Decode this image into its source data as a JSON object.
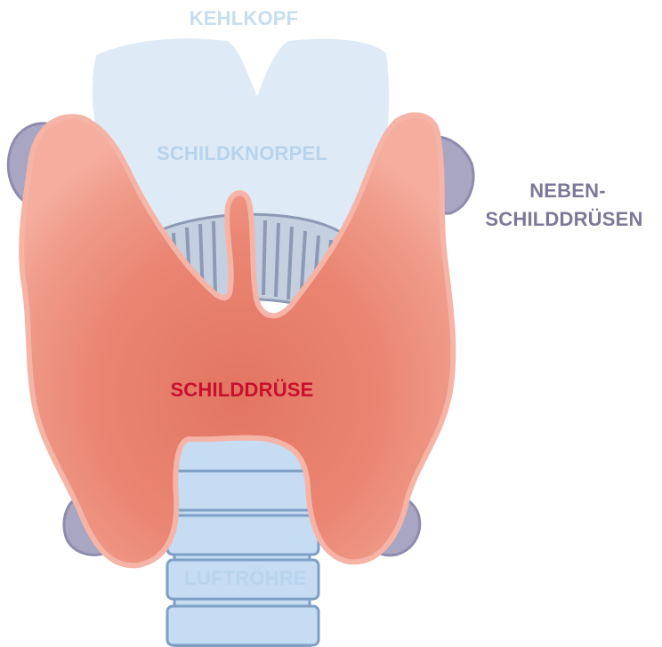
{
  "labels": {
    "larynx": "KEHLKOPF",
    "thyroid_cartilage": "SCHILDKNORPEL",
    "parathyroid_line1": "NEBEN-",
    "parathyroid_line2": "SCHILDDRÜSEN",
    "thyroid": "SCHILDDRÜSE",
    "trachea": "LUFTRÖHRE"
  },
  "colors": {
    "larynx_text": "#c6ddf0",
    "cartilage_fill": "#deebf6",
    "cartilage_text": "#b7d3ec",
    "ring_fill": "#c4cfe0",
    "ring_line": "#8d9ab4",
    "trachea_fill": "#c5dcf2",
    "trachea_line": "#7f9fc6",
    "parathyroid_fill": "#a8a6c3",
    "parathyroid_dark": "#8e8bae",
    "parathyroid_text": "#7c7898",
    "thyroid_outer": "#f3a597",
    "thyroid_inner": "#e57867",
    "thyroid_text": "#c5102e"
  }
}
